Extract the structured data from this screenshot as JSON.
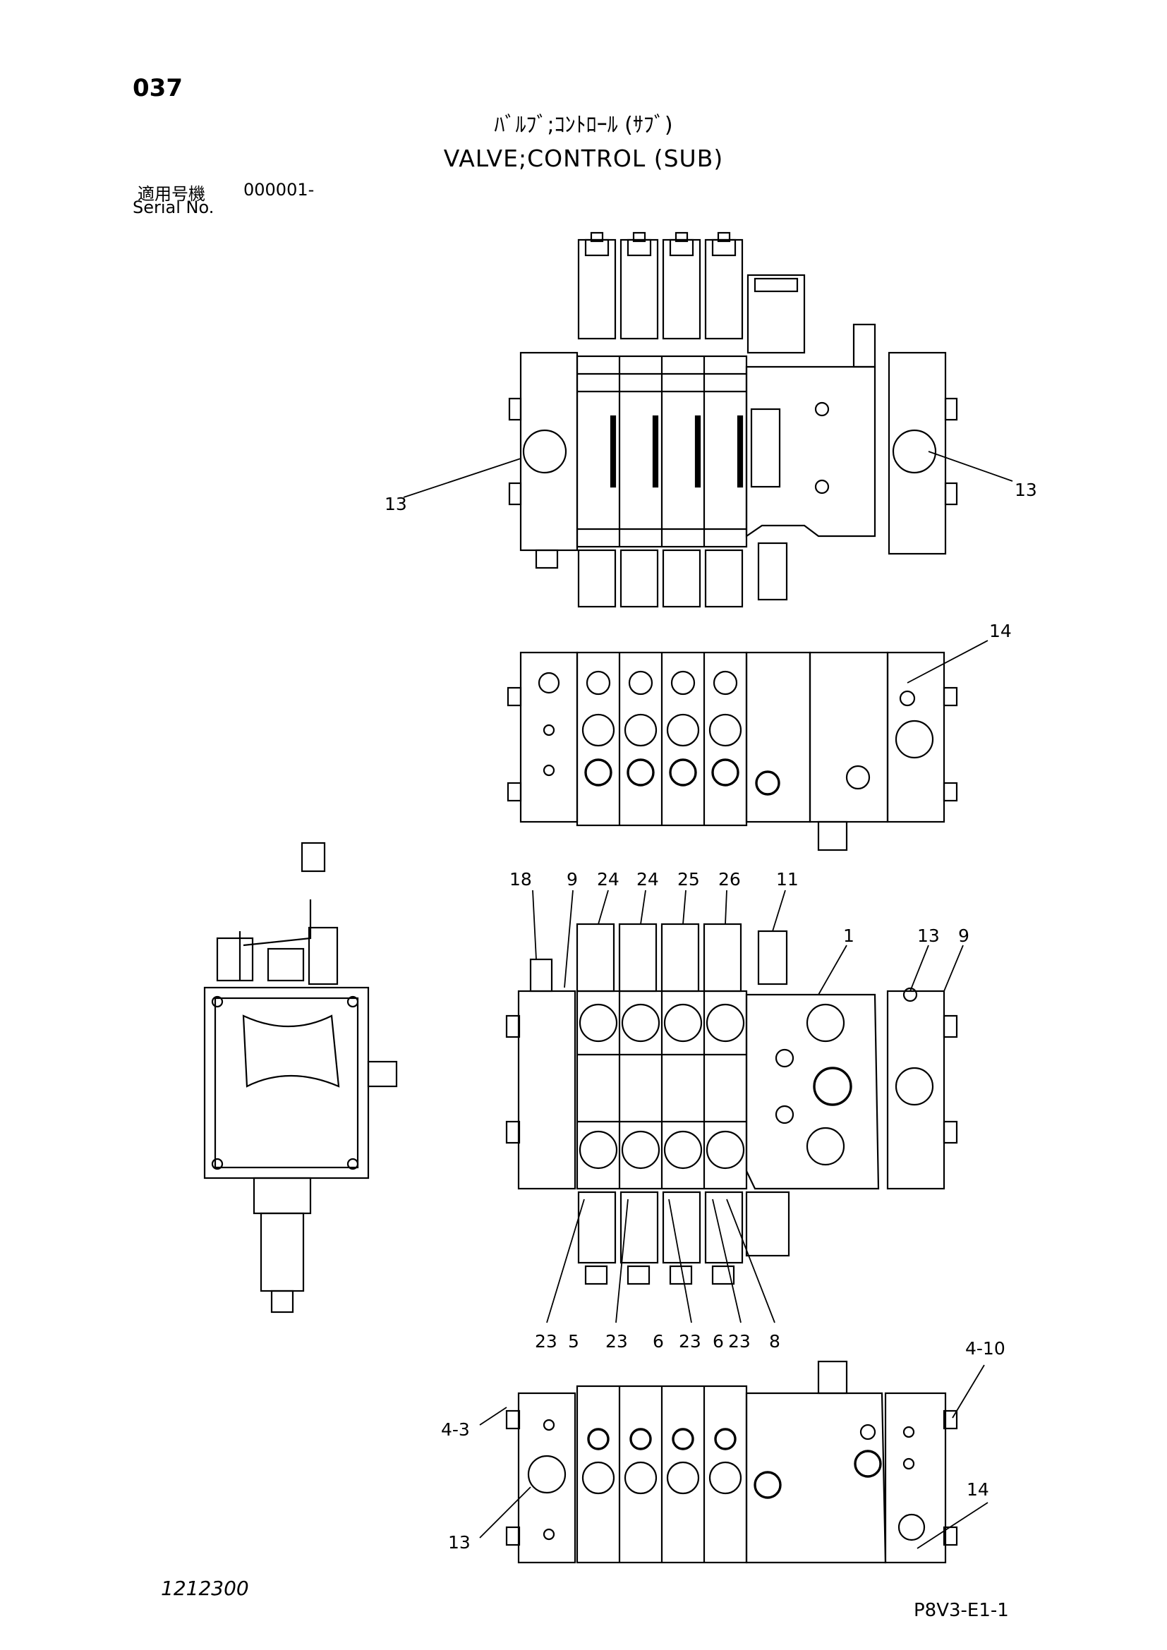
{
  "header": {
    "page_number": "037",
    "title_jp": "ﾊﾞﾙﾌﾞ;ｺﾝﾄﾛｰﾙ (ｻﾌﾞ)",
    "title_en": "VALVE;CONTROL (SUB)",
    "serial_label_jp": "適用号機",
    "serial_value": "000001-",
    "serial_label_en": "Serial No."
  },
  "footer": {
    "document_id": "1212300",
    "figure_code": "P8V3-E1-1"
  },
  "callouts": {
    "top_view": [
      "13",
      "13"
    ],
    "front_view": [
      "14"
    ],
    "main_view_top": [
      "18",
      "9",
      "24",
      "24",
      "25",
      "26",
      "11",
      "1",
      "13",
      "9"
    ],
    "main_view_bottom": [
      "23",
      "5",
      "23",
      "6",
      "23",
      "6",
      "23",
      "8"
    ],
    "bottom_view": [
      "4-10",
      "4-3",
      "14",
      "13"
    ]
  }
}
